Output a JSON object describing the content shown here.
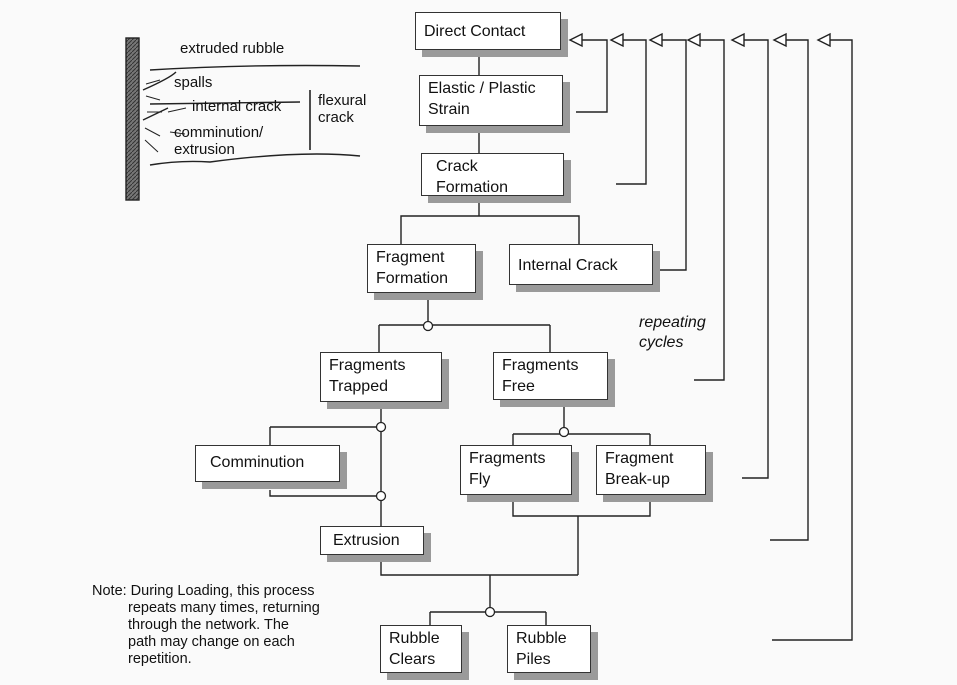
{
  "boxes": {
    "direct_contact": "Direct Contact",
    "elastic_plastic": "Elastic / Plastic\nStrain",
    "crack_formation": "Crack\nFormation",
    "fragment_formation": "Fragment\nFormation",
    "internal_crack": "Internal Crack",
    "fragments_trapped": "Fragments\nTrapped",
    "fragments_free": "Fragments\nFree",
    "comminution": "Comminution",
    "fragments_fly": "Fragments\nFly",
    "fragment_breakup": "Fragment\nBreak-up",
    "extrusion": "Extrusion",
    "rubble_clears": "Rubble\nClears",
    "rubble_piles": "Rubble\nPiles"
  },
  "sketch": {
    "extruded_rubble": "extruded rubble",
    "spalls": "spalls",
    "internal_crack": "internal crack",
    "comminution_extrusion": "comminution/\nextrusion",
    "flexural_crack": "flexural\ncrack"
  },
  "repeating_cycles": "repeating\ncycles",
  "note": {
    "first_line": "Note: During Loading, this process",
    "rest": "repeats many times, returning\nthrough the network. The\npath may change on each\nrepetition."
  }
}
